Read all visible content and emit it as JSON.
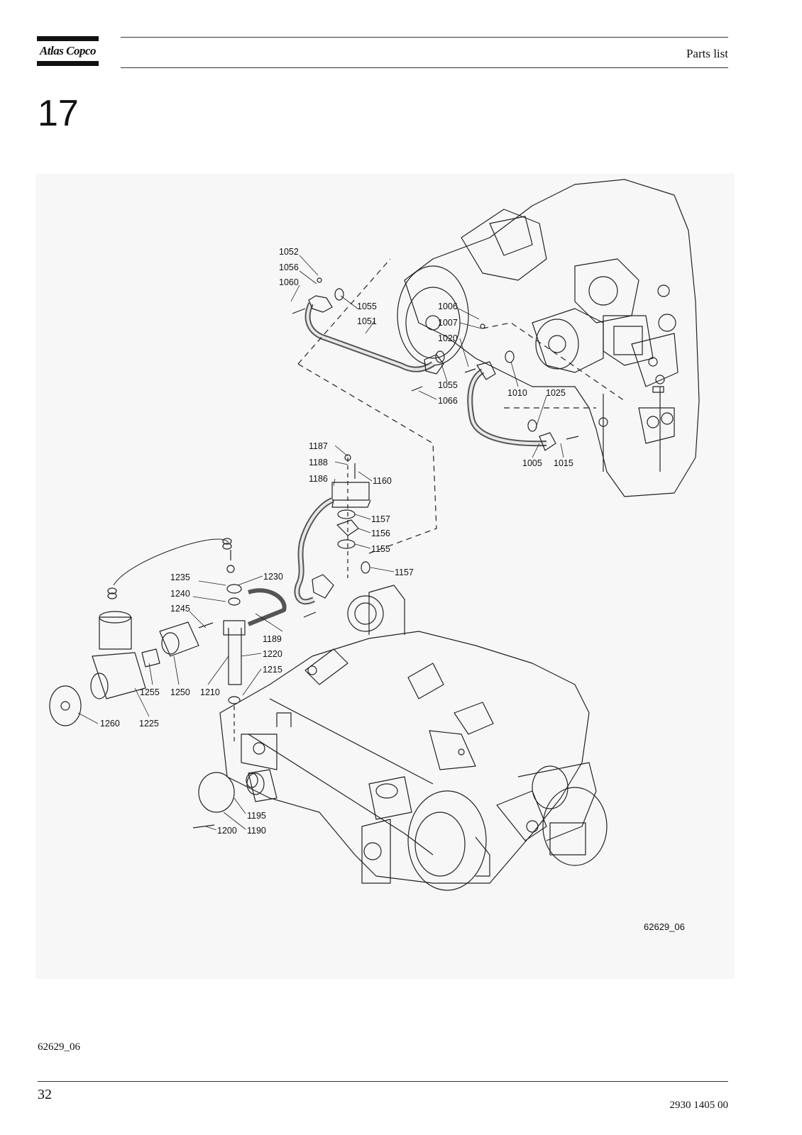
{
  "header": {
    "brand": "Atlas Copco",
    "title": "Parts list"
  },
  "section_number": "17",
  "figure": {
    "id_label": "62629_06",
    "callouts": [
      "1052",
      "1056",
      "1060",
      "1055",
      "1051",
      "1006",
      "1007",
      "1020",
      "1055",
      "1066",
      "1010",
      "1025",
      "1005",
      "1015",
      "1187",
      "1188",
      "1186",
      "1160",
      "1157",
      "1156",
      "1155",
      "1157",
      "1235",
      "1230",
      "1240",
      "1245",
      "1189",
      "1220",
      "1215",
      "1210",
      "1255",
      "1250",
      "1260",
      "1225",
      "1195",
      "1200",
      "1190"
    ]
  },
  "body_ref": "62629_06",
  "footer": {
    "page_number": "32",
    "doc_number": "2930 1405 00"
  }
}
